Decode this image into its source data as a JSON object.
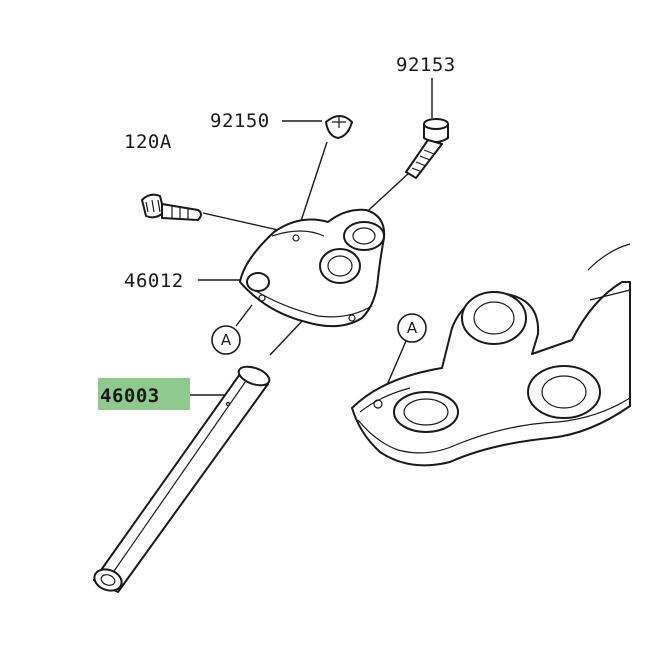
{
  "labels": {
    "p92153": "92153",
    "p92150": "92150",
    "p120A": "120A",
    "p46012": "46012",
    "p46003": "46003"
  },
  "callouts": {
    "left": "A",
    "right": "A"
  },
  "colors": {
    "highlight": "#8fc98f",
    "line": "#1a1a1a",
    "shade": "#d9d9d9"
  }
}
